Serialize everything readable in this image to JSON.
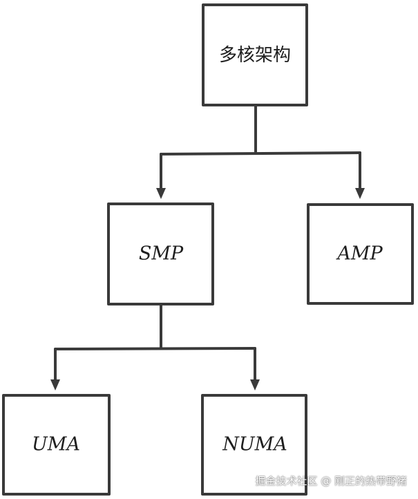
{
  "diagram": {
    "nodes": {
      "root": {
        "label": "多核架构"
      },
      "smp": {
        "label": "SMP"
      },
      "amp": {
        "label": "AMP"
      },
      "uma": {
        "label": "UMA"
      },
      "numa": {
        "label": "NUMA"
      }
    },
    "edges": [
      {
        "from": "root",
        "to": "smp"
      },
      {
        "from": "root",
        "to": "amp"
      },
      {
        "from": "smp",
        "to": "uma"
      },
      {
        "from": "smp",
        "to": "numa"
      }
    ]
  },
  "watermark": "掘金技术社区 @ 刚正的热带野猪",
  "colors": {
    "stroke": "#3a3a3a",
    "text": "#1e1e1e",
    "background": "#ffffff"
  }
}
